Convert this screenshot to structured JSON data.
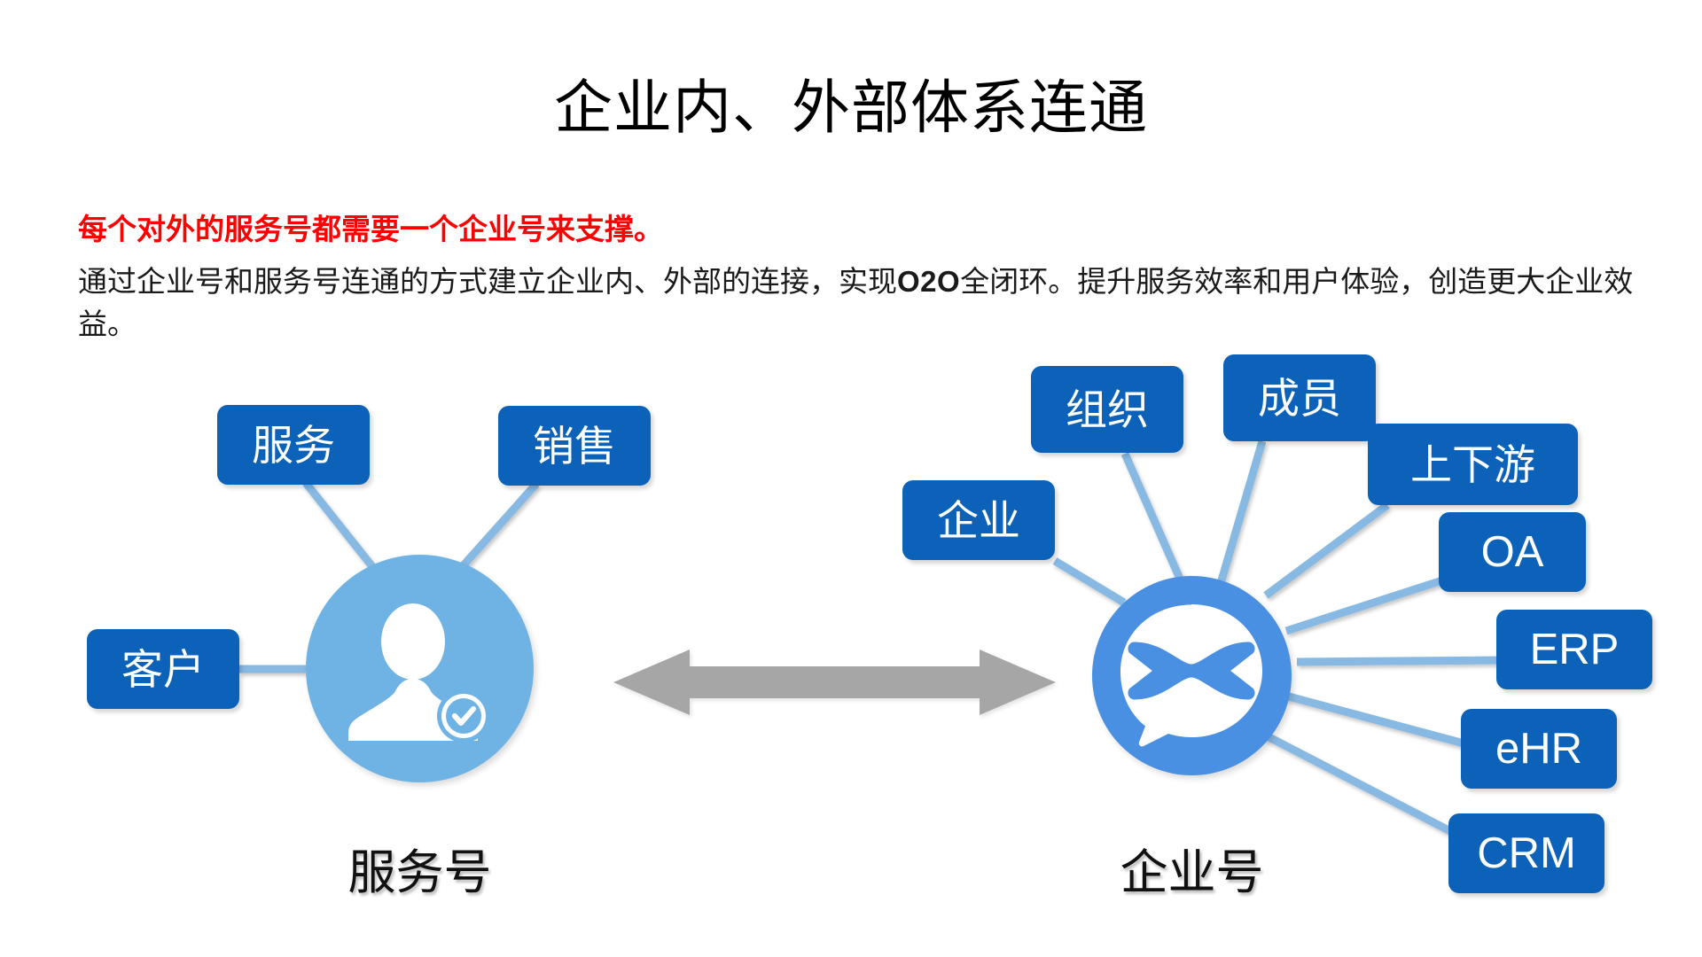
{
  "slide": {
    "title": "企业内、外部体系连通",
    "lead_line": "每个对外的服务号都需要一个企业号来支撑。",
    "body_part_1": "通过企业号和服务号连通的方式建立企业内、外部的连接，实现",
    "body_emphasis": "O2O",
    "body_part_2": "全闭环。提升服务效率和用户体验，创造更大企业效益。",
    "background_color": "#FFFFFF"
  },
  "colors": {
    "badge_blue": "#0B62B8",
    "service_circle_blue": "#6EB3E4",
    "work_circle_blue": "#4A90E2",
    "connector_blue": "#88B9E3",
    "arrow_gray": "#A6A6A6",
    "accent_red": "#FF0000",
    "title_black": "#000000"
  },
  "left_cluster": {
    "caption": "服务号",
    "circle_icon": "verified-user-icon",
    "nodes": [
      {
        "label": "服务",
        "name": "badge-service"
      },
      {
        "label": "销售",
        "name": "badge-sales"
      },
      {
        "label": "客户",
        "name": "badge-customer"
      }
    ]
  },
  "center": {
    "connector_icon": "double-arrow-icon"
  },
  "right_cluster": {
    "caption": "企业号",
    "circle_icon": "wecom-logo-icon",
    "nodes": [
      {
        "label": "企业",
        "name": "badge-enterprise"
      },
      {
        "label": "组织",
        "name": "badge-organization"
      },
      {
        "label": "成员",
        "name": "badge-member"
      },
      {
        "label": "上下游",
        "name": "badge-supply-chain"
      },
      {
        "label": "OA",
        "name": "badge-oa"
      },
      {
        "label": "ERP",
        "name": "badge-erp"
      },
      {
        "label": "eHR",
        "name": "badge-ehr"
      },
      {
        "label": "CRM",
        "name": "badge-crm"
      }
    ]
  }
}
